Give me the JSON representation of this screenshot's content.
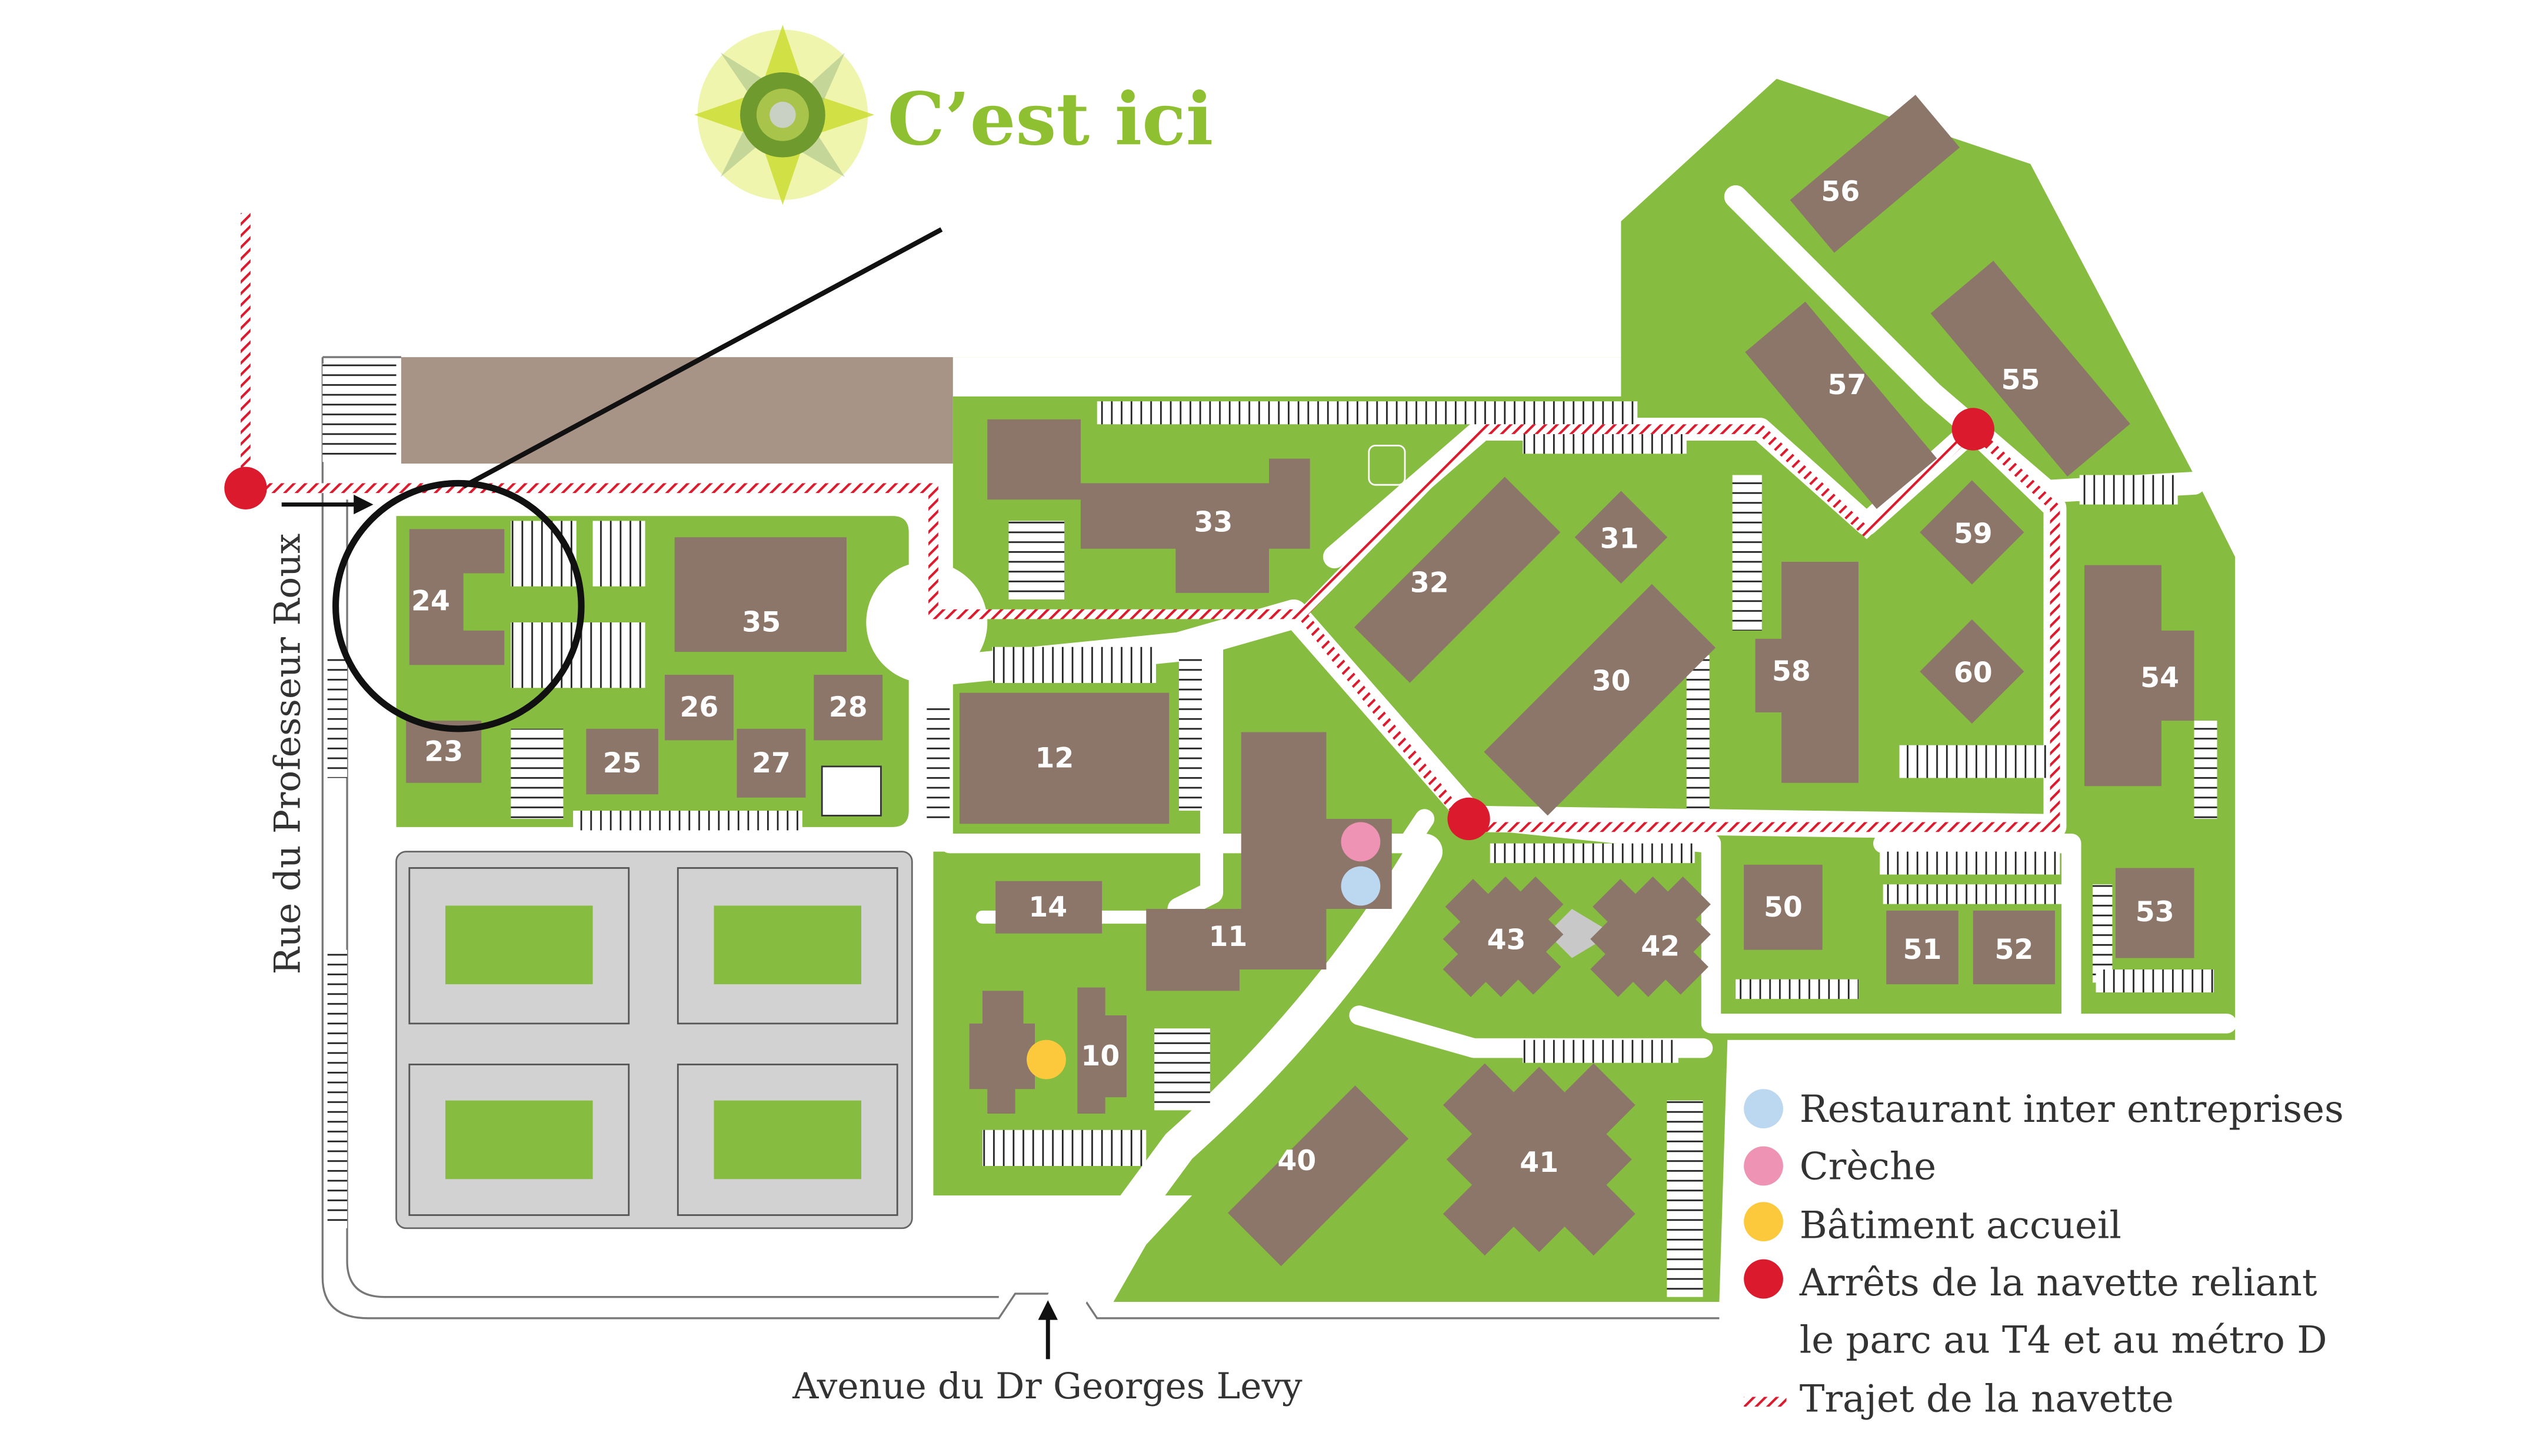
{
  "logo": {
    "text": "C’est ici",
    "color": "#8fc031"
  },
  "roads": {
    "west": "Rue du Professeur Roux",
    "south": "Avenue du Dr Georges Levy"
  },
  "buildings": {
    "b10": "10",
    "b11": "11",
    "b12": "12",
    "b14": "14",
    "b23": "23",
    "b24": "24",
    "b25": "25",
    "b26": "26",
    "b27": "27",
    "b28": "28",
    "b30": "30",
    "b31": "31",
    "b32": "32",
    "b33": "33",
    "b35": "35",
    "b40": "40",
    "b41": "41",
    "b42": "42",
    "b43": "43",
    "b50": "50",
    "b51": "51",
    "b52": "52",
    "b53": "53",
    "b54": "54",
    "b55": "55",
    "b56": "56",
    "b57": "57",
    "b58": "58",
    "b59": "59",
    "b60": "60"
  },
  "legend": {
    "restaurant": "Restaurant inter entreprises",
    "creche": "Crèche",
    "accueil": "Bâtiment accueil",
    "stops_line1": "Arrêts de la navette reliant",
    "stops_line2": "le parc au T4 et au métro D",
    "route": "Trajet de la navette"
  },
  "colors": {
    "green": "#86bc3f",
    "building": "#8c7569",
    "parking_strip": "#a89486",
    "restaurant": "#bcd7f0",
    "creche": "#ef93b5",
    "accueil": "#fdc93c",
    "shuttle": "#dc1a2e"
  }
}
